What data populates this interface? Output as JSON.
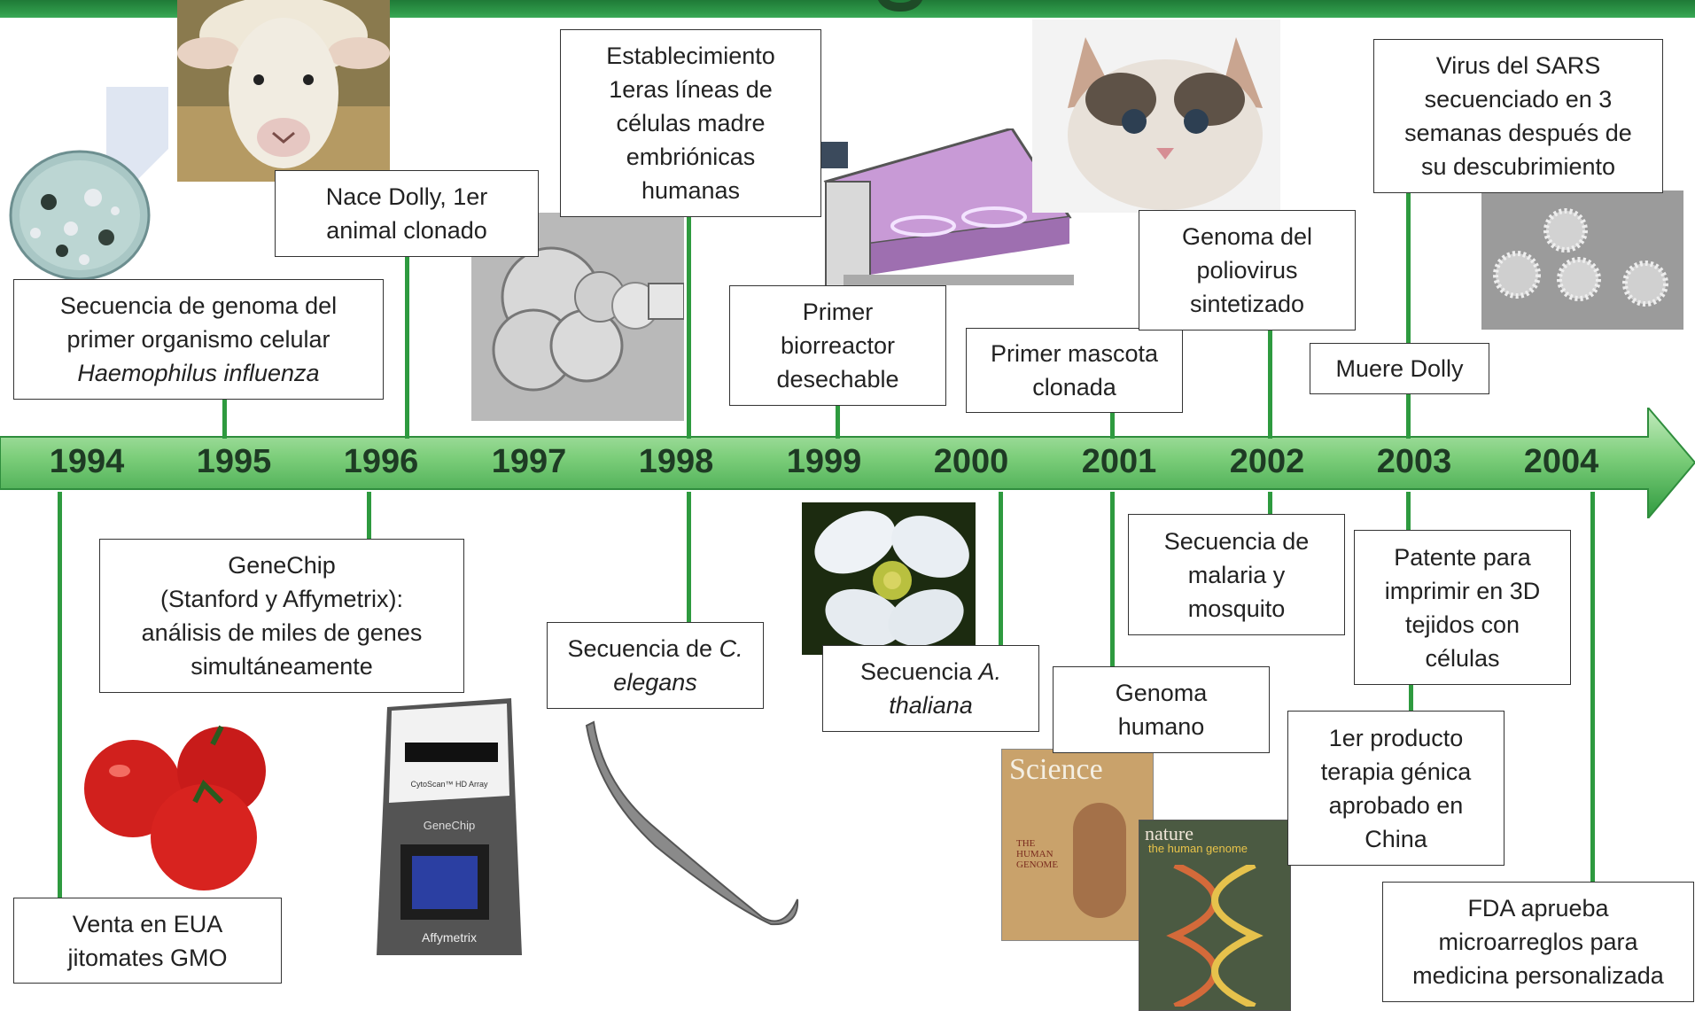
{
  "timeline": {
    "years": [
      "1994",
      "1995",
      "1996",
      "1997",
      "1998",
      "1999",
      "2000",
      "2001",
      "2002",
      "2003",
      "2004"
    ],
    "events_above": {
      "haemophilus": {
        "line1": "Secuencia de genoma del",
        "line2": "primer organismo celular",
        "line3_italic": "Haemophilus influenza"
      },
      "dolly": {
        "line1": "Nace Dolly, 1er",
        "line2": "animal clonado"
      },
      "stemcells": {
        "line1": "Establecimiento",
        "line2": "1eras líneas de",
        "line3": "células madre",
        "line4": "embriónicas",
        "line5": "humanas"
      },
      "bioreactor": {
        "line1": "Primer",
        "line2": "biorreactor",
        "line3": "desechable"
      },
      "pet": {
        "line1": "Primer mascota",
        "line2": "clonada"
      },
      "poliovirus": {
        "line1": "Genoma del",
        "line2": "poliovirus",
        "line3": "sintetizado"
      },
      "dolly_dies": {
        "line1": "Muere Dolly"
      },
      "sars": {
        "line1": "Virus del SARS",
        "line2": "secuenciado en 3",
        "line3": "semanas después de",
        "line4": "su descubrimiento"
      }
    },
    "events_below": {
      "tomatoes": {
        "line1": "Venta en EUA",
        "line2": "jitomates GMO"
      },
      "genechip": {
        "line1": "GeneChip",
        "line2": "(Stanford y Affymetrix):",
        "line3": "análisis de miles de genes",
        "line4": "simultáneamente"
      },
      "celegans": {
        "prefix": "Secuencia de ",
        "italic1": "C.",
        "italic2": "elegans"
      },
      "thaliana": {
        "prefix": "Secuencia ",
        "italic1": "A.",
        "italic2": "thaliana"
      },
      "human_genome": {
        "line1": "Genoma",
        "line2": "humano"
      },
      "malaria": {
        "line1": "Secuencia de",
        "line2": "malaria y",
        "line3": "mosquito"
      },
      "print3d": {
        "line1": "Patente para",
        "line2": "imprimir en 3D",
        "line3": "tejidos con",
        "line4": "células"
      },
      "gene_therapy": {
        "line1": "1er producto",
        "line2": "terapia génica",
        "line3": "aprobado en",
        "line4": "China"
      },
      "fda": {
        "line1": "FDA aprueba",
        "line2": "microarreglos para",
        "line3": "medicina personalizada"
      }
    }
  },
  "images": {
    "genechip_label": "GeneChip",
    "affymetrix_label": "Affymetrix",
    "cytoscan_label": "CytoScan™ HD Array",
    "science_title": "Science",
    "science_subtitle": "THE HUMAN GENOME",
    "nature_title": "nature",
    "nature_subtitle": "the human genome"
  },
  "colors": {
    "line": "#2e9a3f",
    "arrow_light": "#b8e3b4",
    "arrow_dark": "#3fa94d",
    "year_text": "#1e3b24"
  }
}
